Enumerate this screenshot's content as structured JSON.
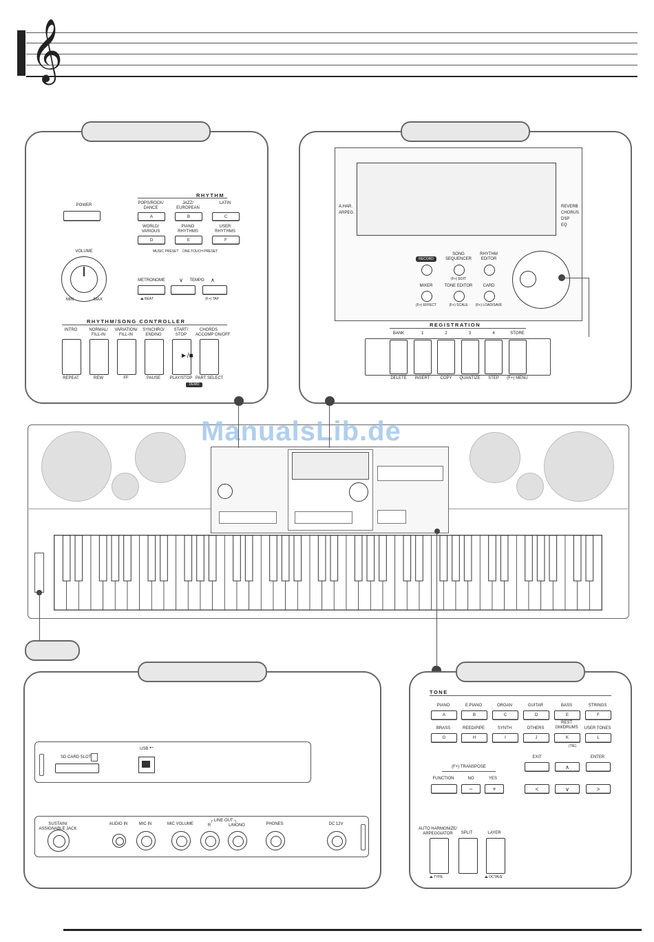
{
  "watermark": "ManualsLib.de",
  "rhythm_panel": {
    "power": "POWER",
    "volume": "VOLUME",
    "min": "MIN",
    "max": "MAX",
    "rhythm_header": "RHYTHM",
    "rhythm_buttons": [
      {
        "label": "POPS/ROCK/\nDANCE",
        "key": "A"
      },
      {
        "label": "JAZZ/\nEUROPEAN",
        "key": "B"
      },
      {
        "label": "LATIN",
        "key": "C"
      },
      {
        "label": "WORLD/\nVARIOUS",
        "key": "D"
      },
      {
        "label": "PIANO\nRHYTHMS",
        "key": "E"
      },
      {
        "label": "USER\nRHYTHMS",
        "key": "F"
      }
    ],
    "music_preset": "MUSIC PRESET",
    "one_touch_preset": "ONE TOUCH PRESET",
    "metronome": "METRONOME",
    "beat": "BEAT",
    "tempo": "TEMPO",
    "tempo_down": "∨",
    "tempo_up": "∧",
    "tap": "(F+) TAP",
    "controller_header": "RHYTHM/SONG CONTROLLER",
    "controller_top": [
      "INTRO",
      "NORMAL/\nFILL-IN",
      "VARIATION/\nFILL-IN",
      "SYNCHRO/\nENDING",
      "START/\nSTOP",
      "CHORDS\nACCOMP ON/OFF"
    ],
    "controller_bottom": [
      "REPEAT",
      "REW",
      "FF",
      "PAUSE",
      "PLAY/STOP",
      "PART SELECT"
    ],
    "play_symbol": "►/■",
    "demo": "DEMO"
  },
  "display_panel": {
    "left_labels": [
      "A.HAR.",
      "ARPEG."
    ],
    "right_labels": [
      "REVERB",
      "CHORUS",
      "DSP",
      "EQ"
    ],
    "record": "RECORD",
    "song_sequencer": "SONG\nSEQUENCER",
    "edit": "(F+) EDIT",
    "rhythm_editor": "RHYTHM\nEDITOR",
    "mixer": "MIXER",
    "effect": "(F+) EFFECT",
    "tone_editor": "TONE EDITOR",
    "scale": "(F+) SCALE",
    "card": "CARD",
    "load_save": "(F+) LOAD/SAVE",
    "registration": "REGISTRATION",
    "reg_top": [
      "BANK",
      "1",
      "2",
      "3",
      "4",
      "STORE"
    ],
    "reg_bottom": [
      "DELETE",
      "INSERT",
      "COPY",
      "QUANTIZE",
      "STEP",
      "(F+) MENU"
    ]
  },
  "rear_panel": {
    "sd_card_slot": "SD CARD SLOT",
    "usb": "USB",
    "jacks": [
      "SUSTAIN/\nASSIGNABLE JACK",
      "AUDIO IN",
      "MIC IN",
      "MIC VOLUME",
      "R",
      "L/MONO",
      "PHONES",
      "DC 12V"
    ],
    "line_out": "LINE OUT"
  },
  "tone_panel": {
    "tone_header": "TONE",
    "tones_row1": [
      {
        "label": "PIANO",
        "key": "A"
      },
      {
        "label": "E.PIANO",
        "key": "B"
      },
      {
        "label": "ORGAN",
        "key": "C"
      },
      {
        "label": "GUITAR",
        "key": "D"
      },
      {
        "label": "BASS",
        "key": "E"
      },
      {
        "label": "STRINGS",
        "key": "F"
      }
    ],
    "tones_row2": [
      {
        "label": "BRASS",
        "key": "G"
      },
      {
        "label": "REED/PIPE",
        "key": "H"
      },
      {
        "label": "SYNTH",
        "key": "I"
      },
      {
        "label": "OTHERS",
        "key": "J"
      },
      {
        "label": "REST\nGM/DRUMS",
        "key": "K"
      },
      {
        "label": "USER TONES",
        "key": "L"
      }
    ],
    "tie": "(TIE)",
    "exit": "EXIT",
    "enter": "ENTER",
    "transpose": "(F+) TRANSPOSE",
    "function": "FUNCTION",
    "no": "NO",
    "yes": "YES",
    "minus": "−",
    "plus": "+",
    "up": "∧",
    "down": "∨",
    "left": "<",
    "right": ">",
    "auto_harmonize": "AUTO HARMONIZE/\nARPEGGIATOR",
    "split": "SPLIT",
    "layer": "LAYER",
    "type": "TYPE",
    "octave": "OCTAVE"
  }
}
